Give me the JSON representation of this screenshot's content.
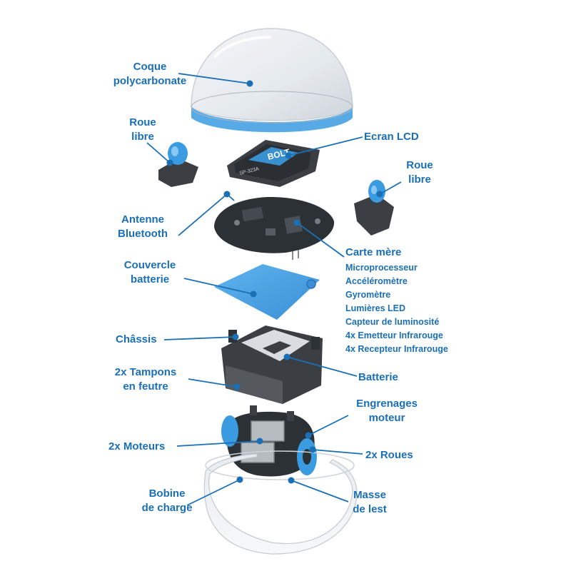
{
  "colors": {
    "label": "#1a6fb5",
    "leader": "#1a6fb5",
    "blue_part": "#3a9be0",
    "dark_part": "#3b3f44",
    "board": "#2c3136"
  },
  "labels": {
    "coque": [
      "Coque",
      "polycarbonate"
    ],
    "roue_libre_left": [
      "Roue",
      "libre"
    ],
    "ecran": "Ecran LCD",
    "roue_libre_right": [
      "Roue",
      "libre"
    ],
    "antenne": [
      "Antenne",
      "Bluetooth"
    ],
    "carte_mere": "Carte mère",
    "carte_mere_items": [
      "Microprocesseur",
      "Accéléromètre",
      "Gyromètre",
      "Lumières LED",
      "Capteur de luminosité",
      "4x Emetteur Infrarouge",
      "4x Recepteur Infrarouge"
    ],
    "couvercle": [
      "Couvercle",
      "batterie"
    ],
    "chassis": "Châssis",
    "batterie": "Batterie",
    "tampons": [
      "2x Tampons",
      "en feutre"
    ],
    "engrenages": [
      "Engrenages",
      "moteur"
    ],
    "moteurs": "2x Moteurs",
    "roues": "2x Roues",
    "bobine": [
      "Bobine",
      "de charge"
    ],
    "masse": [
      "Masse",
      "de lest"
    ]
  },
  "screen_text": {
    "brand": "BOLT",
    "code": "SP-323A"
  }
}
